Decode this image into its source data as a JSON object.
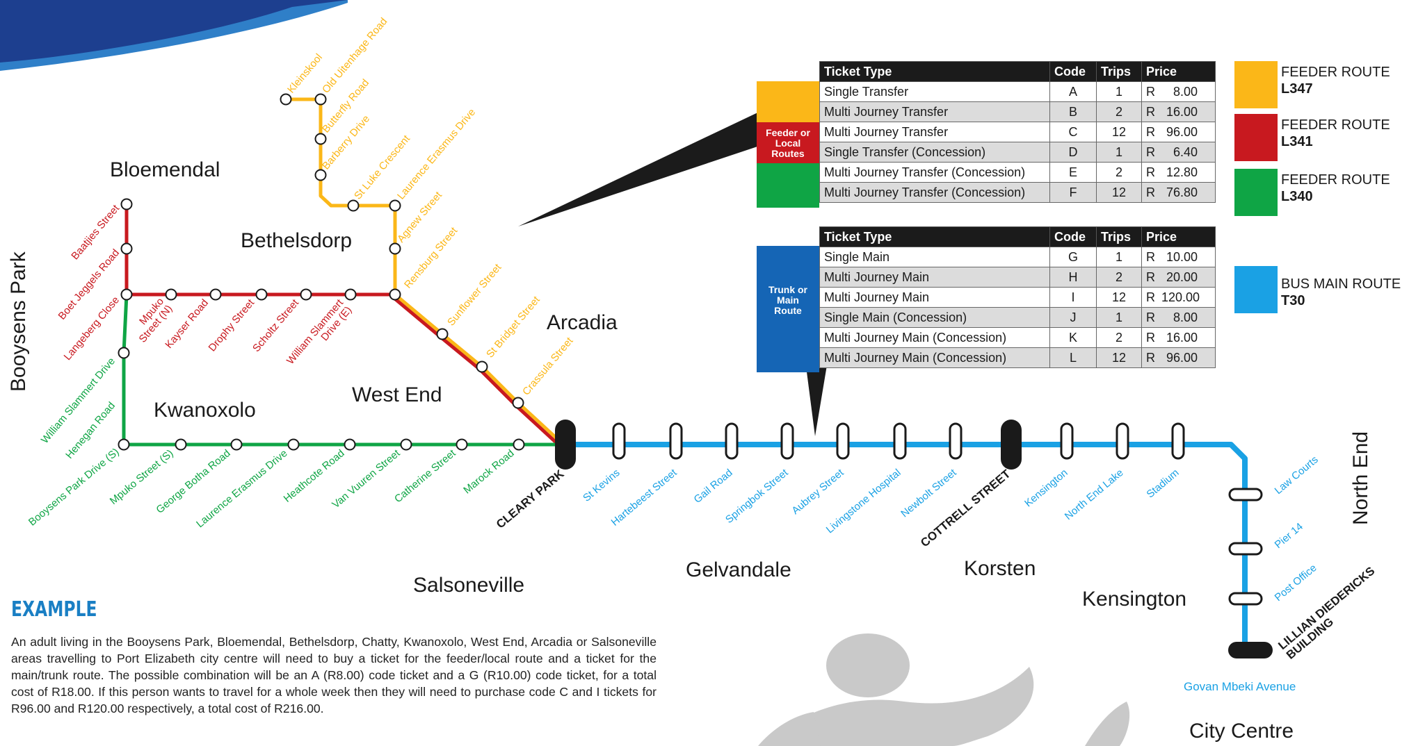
{
  "areas": [
    {
      "id": "bloemendal",
      "name": "Bloemendal"
    },
    {
      "id": "bethelsdorp",
      "name": "Bethelsdorp"
    },
    {
      "id": "arcadia",
      "name": "Arcadia"
    },
    {
      "id": "kwanoxolo",
      "name": "Kwanoxolo"
    },
    {
      "id": "west-end",
      "name": "West End"
    },
    {
      "id": "salsoneville",
      "name": "Salsoneville"
    },
    {
      "id": "gelvandale",
      "name": "Gelvandale"
    },
    {
      "id": "korsten",
      "name": "Korsten"
    },
    {
      "id": "kensington",
      "name": "Kensington"
    },
    {
      "id": "city-centre",
      "name": "City Centre"
    },
    {
      "id": "booysens-park",
      "name": "Booysens Park"
    },
    {
      "id": "north-end",
      "name": "North End"
    }
  ],
  "routes": {
    "yellow_color": "#fbb718",
    "red_color": "#c8191f",
    "green_color": "#0fa545",
    "blue_color": "#1aa1e4"
  },
  "stops": {
    "yellow": [
      "Kleinskool",
      "Old Uitenhage Road",
      "Butterfly Road",
      "Barberry Drive",
      "St Luke Crescent",
      "Laurence Erasmus Drive",
      "Agnew Street",
      "Rensburg Street",
      "Sunflower Street",
      "St Bridget Street",
      "Crassula Street"
    ],
    "red": [
      "Baatjies Street",
      "Boet Jeggels Road",
      "Langeberg Close",
      "Mpuko Street (N)",
      "Kayser Road",
      "Drophy Street",
      "Scholtz Street",
      "William Slammert Drive (E)"
    ],
    "green": [
      "William Slammert Drive",
      "Henegan Road",
      "Booysens Park Drive (S)",
      "Mpuko Street (S)",
      "George Botha Road",
      "Laurence Erasmus Drive",
      "Heathcote Road",
      "Van Vuuren Street",
      "Catherine Street",
      "Marock Road"
    ],
    "blue": [
      "St Kevins",
      "Hartebeest Street",
      "Gail Road",
      "Springbok Street",
      "Aubrey Street",
      "Livingstone Hospital",
      "Newbolt Street",
      "Kensington",
      "North End Lake",
      "Stadium",
      "Law Courts",
      "Pier 14",
      "Post Office"
    ],
    "terminals": [
      "CLEARY PARK",
      "COTTRELL STREET",
      "LILLIAN DIEDERICKS BUILDING"
    ],
    "govan": "Govan Mbeki Avenue"
  },
  "feeder_table": {
    "side_label": "Feeder or Local Routes",
    "headers": [
      "Ticket Type",
      "Code",
      "Trips",
      "Price"
    ],
    "rows": [
      {
        "type": "Single Transfer",
        "code": "A",
        "trips": "1",
        "r": "R",
        "price": "8.00"
      },
      {
        "type": "Multi Journey Transfer",
        "code": "B",
        "trips": "2",
        "r": "R",
        "price": "16.00"
      },
      {
        "type": "Multi Journey Transfer",
        "code": "C",
        "trips": "12",
        "r": "R",
        "price": "96.00"
      },
      {
        "type": "Single Transfer (Concession)",
        "code": "D",
        "trips": "1",
        "r": "R",
        "price": "6.40"
      },
      {
        "type": "Multi Journey Transfer (Concession)",
        "code": "E",
        "trips": "2",
        "r": "R",
        "price": "12.80"
      },
      {
        "type": "Multi Journey Transfer (Concession)",
        "code": "F",
        "trips": "12",
        "r": "R",
        "price": "76.80"
      }
    ]
  },
  "main_table": {
    "side_label": "Trunk or Main Route",
    "headers": [
      "Ticket Type",
      "Code",
      "Trips",
      "Price"
    ],
    "rows": [
      {
        "type": "Single Main",
        "code": "G",
        "trips": "1",
        "r": "R",
        "price": "10.00"
      },
      {
        "type": "Multi Journey Main",
        "code": "H",
        "trips": "2",
        "r": "R",
        "price": "20.00"
      },
      {
        "type": "Multi Journey Main",
        "code": "I",
        "trips": "12",
        "r": "R",
        "price": "120.00"
      },
      {
        "type": "Single Main (Concession)",
        "code": "J",
        "trips": "1",
        "r": "R",
        "price": "8.00"
      },
      {
        "type": "Multi Journey Main (Concession)",
        "code": "K",
        "trips": "2",
        "r": "R",
        "price": "16.00"
      },
      {
        "type": "Multi Journey Main (Concession)",
        "code": "L",
        "trips": "12",
        "r": "R",
        "price": "96.00"
      }
    ]
  },
  "legend": [
    {
      "label": "FEEDER ROUTE",
      "code": "L347",
      "color": "#fbb718"
    },
    {
      "label": "FEEDER ROUTE",
      "code": "L341",
      "color": "#c8191f"
    },
    {
      "label": "FEEDER ROUTE",
      "code": "L340",
      "color": "#0fa545"
    },
    {
      "label": "BUS MAIN ROUTE",
      "code": "T30",
      "color": "#1aa1e4"
    }
  ],
  "example": {
    "title": "EXAMPLE",
    "text": "An adult living in the Booysens Park, Bloemendal, Bethelsdorp, Chatty, Kwanoxolo, West End, Arcadia or Salsoneville areas travelling to Port Elizabeth city centre will need to buy a ticket for the feeder/local route and a ticket for the main/trunk route.  The possible combination will be an A (R8.00) code ticket and a G (R10.00) code ticket, for a total cost of R18.00.  If this person wants to travel for a whole week then they will need to purchase code C and I tickets for R96.00 and R120.00 respectively, a total cost of R216.00."
  }
}
